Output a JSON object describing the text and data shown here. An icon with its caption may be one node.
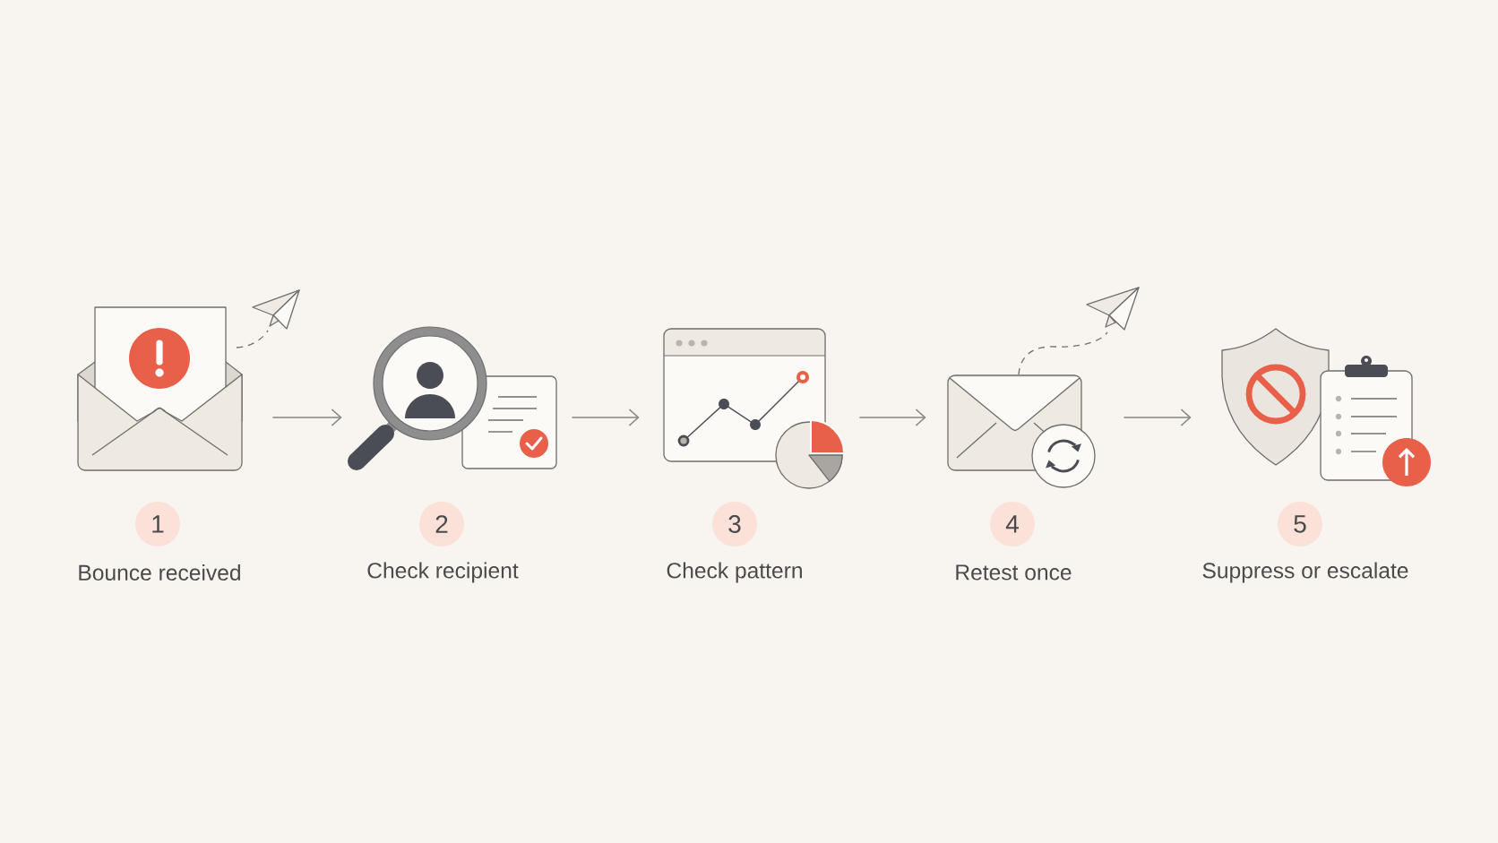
{
  "diagram": {
    "nodes": [
      {
        "text": [],
        "shape": "picture"
      },
      {
        "text": [
          "1"
        ],
        "beside": [
          "Bounce received"
        ]
      },
      {
        "text": [],
        "shape": "picture"
      },
      {
        "text": [
          "2"
        ],
        "beside": [
          "Check recipient"
        ]
      },
      {
        "text": [],
        "shape": "picture"
      },
      {
        "text": [
          "3"
        ],
        "beside": [
          "Check pattern"
        ]
      },
      {
        "text": [],
        "shape": "picture"
      },
      {
        "text": [
          "4"
        ],
        "beside": [
          "Retest once"
        ]
      },
      {
        "text": [],
        "shape": "picture"
      },
      {
        "text": [
          "5"
        ],
        "beside": [
          "Suppress or escalate"
        ]
      }
    ],
    "edges": [
      {
        "from": 0,
        "to": 2,
        "arrow": "to"
      },
      {
        "from": 2,
        "to": 4,
        "arrow": "to"
      },
      {
        "from": 4,
        "to": 6,
        "arrow": "to"
      },
      {
        "from": 6,
        "to": 8,
        "arrow": "to"
      }
    ]
  }
}
